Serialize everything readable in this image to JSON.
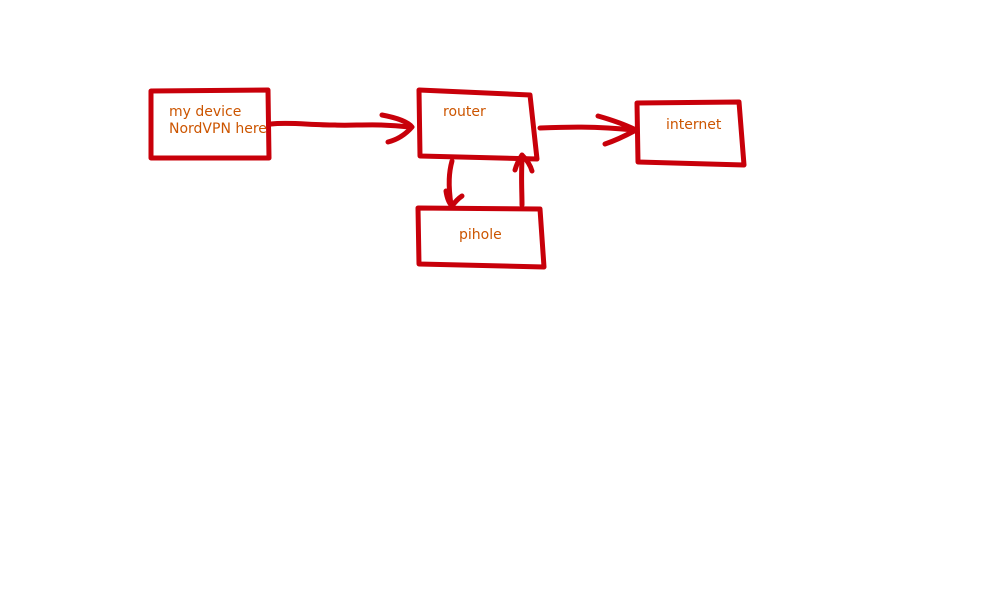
{
  "diagram": {
    "stroke_color": "#c8000a",
    "text_color": "#cc5500",
    "nodes": {
      "device": {
        "line1": "my device",
        "line2": "NordVPN here"
      },
      "router": {
        "label": "router"
      },
      "internet": {
        "label": "internet"
      },
      "pihole": {
        "label": "pihole"
      }
    },
    "edges": [
      {
        "from": "device",
        "to": "router"
      },
      {
        "from": "router",
        "to": "internet"
      },
      {
        "from": "router",
        "to": "pihole"
      },
      {
        "from": "pihole",
        "to": "router"
      }
    ]
  }
}
